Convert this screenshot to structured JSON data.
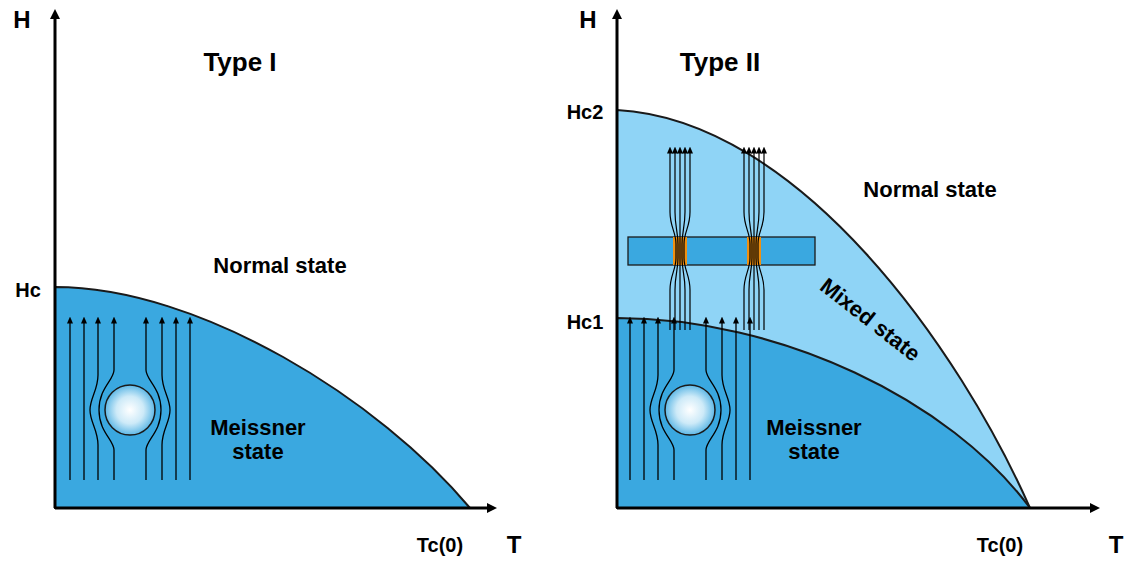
{
  "diagram": {
    "labels": [
      "H",
      "Type I",
      "Hc",
      "Normal state",
      "Meissner state",
      "Tc(0)",
      "T",
      "H",
      "Type II",
      "Hc2",
      "Normal state",
      "Hc1",
      "Mixed state",
      "Meissner state",
      "Tc(0)",
      "T"
    ]
  }
}
